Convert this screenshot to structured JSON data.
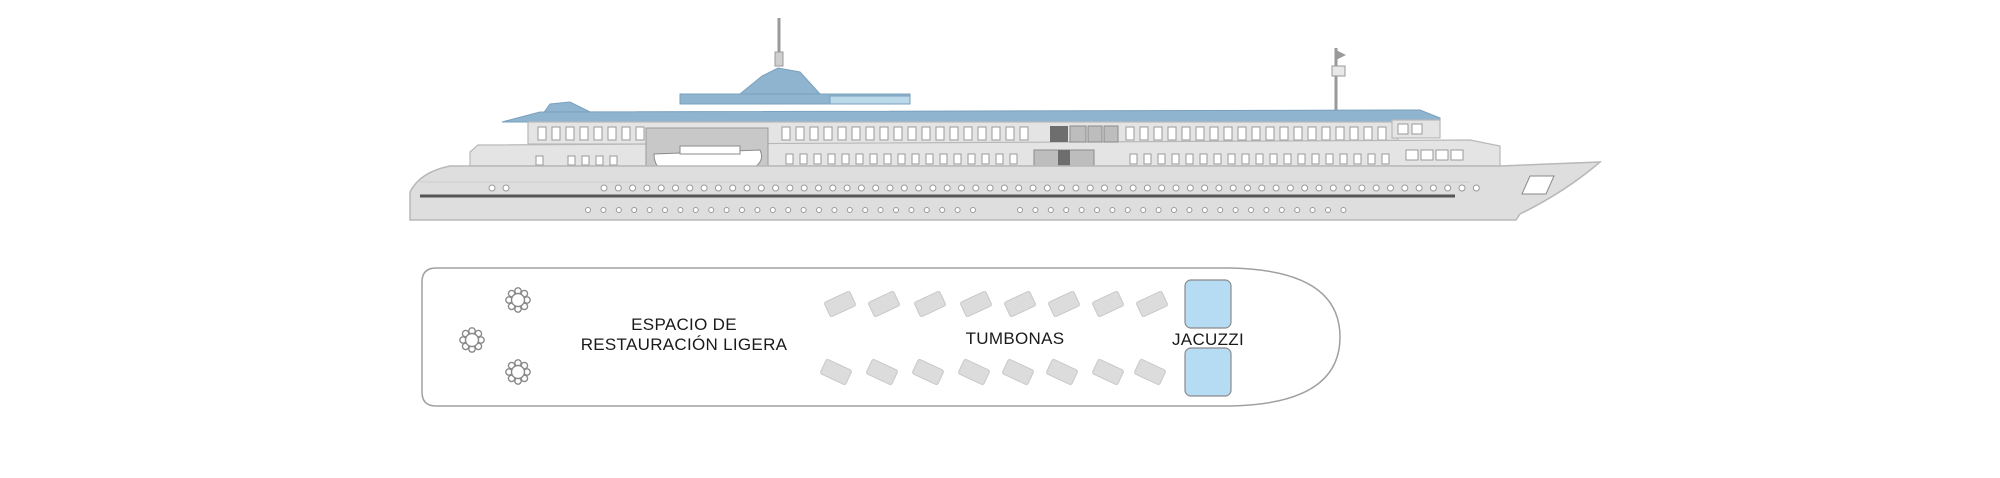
{
  "colors": {
    "hull": "#dedede",
    "roof_blue": "#8fb4cf",
    "jacuzzi": "#b5dcf2",
    "lounger": "#dcdcdc",
    "stroke": "#b8b8b8"
  },
  "deck_plan": {
    "labels": {
      "dining_line1": "ESPACIO DE",
      "dining_line2": "RESTAURACIÓN LIGERA",
      "loungers": "TUMBONAS",
      "jacuzzi": "JACUZZI"
    },
    "tables_count": 3,
    "loungers_count": 16,
    "jacuzzi_count": 2
  },
  "icons": [
    "ship-side-view",
    "lifeboat-icon",
    "mast-icon",
    "table-with-chairs-icon",
    "sun-lounger-icon",
    "jacuzzi-icon"
  ]
}
